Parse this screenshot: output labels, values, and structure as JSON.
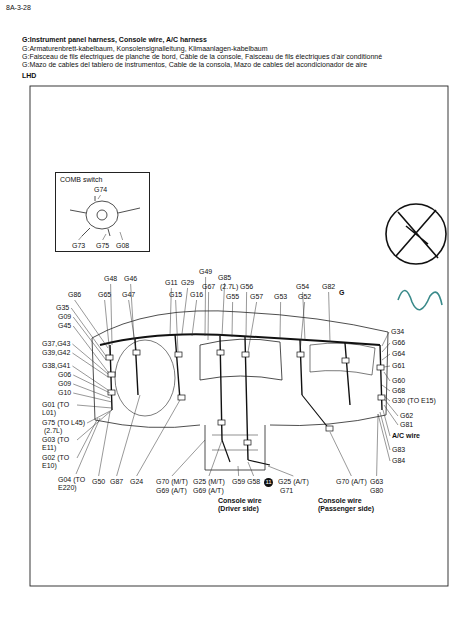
{
  "diagram": {
    "title": "G:Instrument panel harness, Console wire, A/C harness",
    "nodes": [
      {
        "text": [
          "COMB switch"
        ]
      }
    ],
    "labels": [
      "8A-3-28",
      "G:Armaturenbrett-kabelbaum, Konsolensignalleitung, Klimaanlagen-kabelbaum",
      "G:Faisceau de fils électriques de planche de bord, Câble de la console, Faisceau de fils électriques d'air conditionné",
      "G:Mazo de cables del tablero de instrumentos, Cable de la consola, Mazo de cables del acondicionador de aire",
      "LHD",
      "G74",
      "G73",
      "G75",
      "G08",
      "G48",
      "G46",
      "G86",
      "G65",
      "G47",
      "G11",
      "G29",
      "G15",
      "G16",
      "G49",
      "G85",
      "G67",
      "(2.7L)",
      "G56",
      "G55",
      "G57",
      "G53",
      "G52",
      "G54",
      "G82",
      "G",
      "G35",
      "G09",
      "G45",
      "G37,G43",
      "G39,G42",
      "G38,G41",
      "G06",
      "G09",
      "G10",
      "G01 (TO L01)",
      "G75 (TO L45)",
      "(2.7L)",
      "G03 (TO E11)",
      "G02 (TO E10)",
      "G34",
      "G66",
      "G64",
      "G61",
      "G60",
      "G68",
      "G30 (TO E15)",
      "G62",
      "G81",
      "A/C wire",
      "G83",
      "G84",
      "G04 (TO E220)",
      "G50",
      "G87",
      "G24",
      "G70 (M/T)",
      "G69 (A/T)",
      "G25 (M/T)",
      "G69 (A/T)",
      "G59",
      "G58",
      "11",
      "G25 (A/T)",
      "G71",
      "G70 (A/T)",
      "G63",
      "G80",
      "Console wire (Driver side)",
      "Console wire (Passenger side)"
    ]
  }
}
